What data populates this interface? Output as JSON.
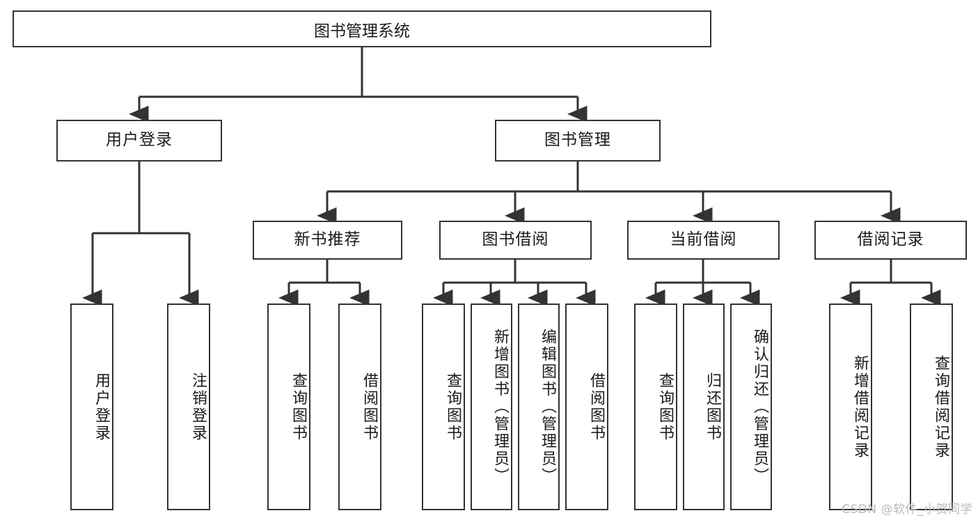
{
  "diagram": {
    "title": "图书管理系统",
    "type": "hierarchy-tree",
    "root": {
      "label": "图书管理系统"
    },
    "level2": [
      {
        "label": "用户登录"
      },
      {
        "label": "图书管理"
      }
    ],
    "level3": [
      {
        "label": "新书推荐"
      },
      {
        "label": "图书借阅"
      },
      {
        "label": "当前借阅"
      },
      {
        "label": "借阅记录"
      }
    ],
    "leaves": {
      "user_login": [
        {
          "label": "用户登录"
        },
        {
          "label": "注销登录"
        }
      ],
      "new_book_recommend": [
        {
          "label": "查询图书"
        },
        {
          "label": "借阅图书"
        }
      ],
      "book_borrow": [
        {
          "label": "查询图书"
        },
        {
          "label": "新增图书（管理员）"
        },
        {
          "label": "编辑图书（管理员）"
        },
        {
          "label": "借阅图书"
        }
      ],
      "current_borrow": [
        {
          "label": "查询图书"
        },
        {
          "label": "归还图书"
        },
        {
          "label": "确认归还（管理员）"
        }
      ],
      "borrow_record": [
        {
          "label": "新增借阅记录"
        },
        {
          "label": "查询借阅记录"
        }
      ]
    }
  },
  "watermark": {
    "text": "CSDN @软件_小贺同学"
  },
  "colors": {
    "stroke": "#333333",
    "box_fill": "#ffffff",
    "text": "#1a1a1a",
    "watermark": "#b8b8b8"
  }
}
